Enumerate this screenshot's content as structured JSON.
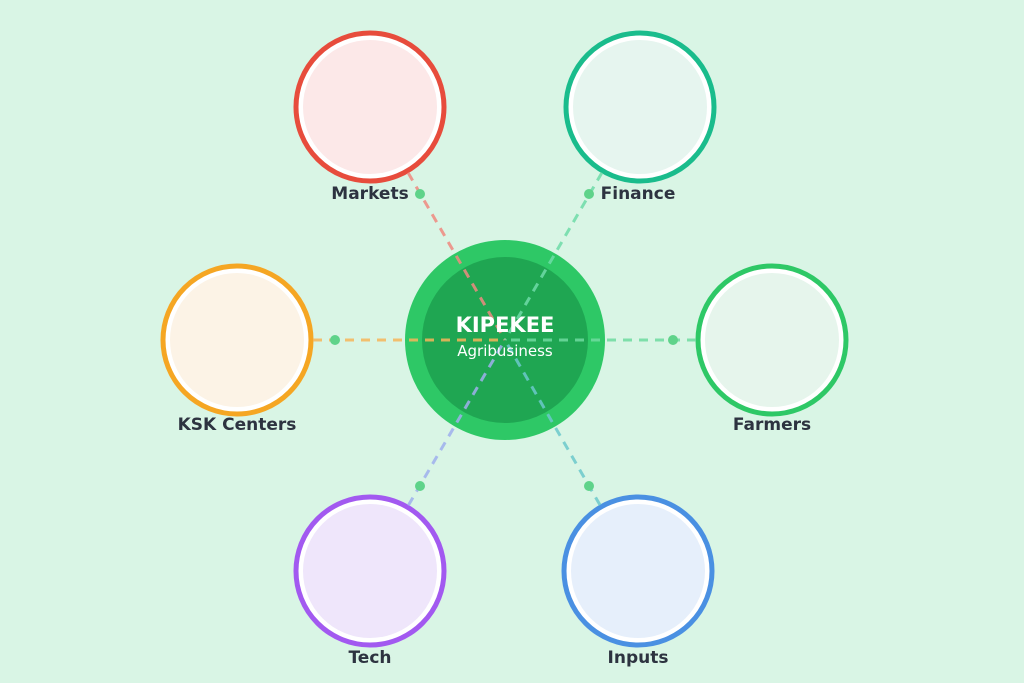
{
  "center": {
    "title": "KIPEKEE",
    "subtitle": "Agribusiness",
    "outer_color": "#2ec866",
    "inner_color": "#1fa652"
  },
  "background": "#d9f5e5",
  "dot_color": "#5fd38a",
  "nodes": [
    {
      "label": "Markets",
      "stroke": "#e74c3c",
      "fill": "#fce8e8",
      "line": "#f08a80"
    },
    {
      "label": "Finance",
      "stroke": "#1abc8c",
      "fill": "#e6f5ef",
      "line": "#6fdca8"
    },
    {
      "label": "KSK Centers",
      "stroke": "#f5a623",
      "fill": "#fcf3e6",
      "line": "#f7b65a"
    },
    {
      "label": "Farmers",
      "stroke": "#2ec866",
      "fill": "#e6f5ec",
      "line": "#6fdca0"
    },
    {
      "label": "Tech",
      "stroke": "#a259f0",
      "fill": "#efe6fb",
      "line": "#9fb0ee"
    },
    {
      "label": "Inputs",
      "stroke": "#4a90e2",
      "fill": "#e6effb",
      "line": "#6cc9cc"
    }
  ]
}
